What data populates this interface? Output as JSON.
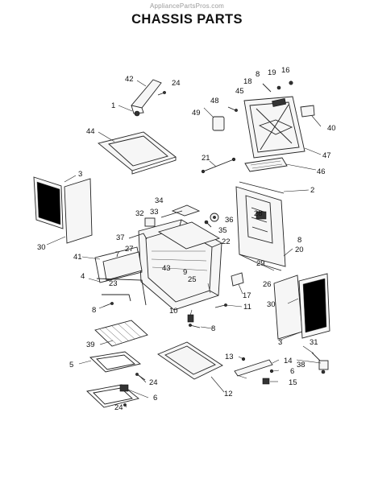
{
  "header": {
    "watermark": "AppliancePartsPros.com",
    "title": "CHASSIS PARTS"
  },
  "callouts": {
    "c1": "1",
    "c2": "2",
    "c3a": "3",
    "c3b": "3",
    "c4": "4",
    "c5": "5",
    "c6a": "6",
    "c6b": "6",
    "c7": "7",
    "c8a": "8",
    "c8b": "8",
    "c8c": "8",
    "c8d": "8",
    "c9": "9",
    "c10": "10",
    "c11": "11",
    "c12": "12",
    "c13": "13",
    "c14": "14",
    "c15": "15",
    "c16": "16",
    "c17": "17",
    "c18": "18",
    "c19": "19",
    "c20": "20",
    "c21": "21",
    "c22": "22",
    "c23": "23",
    "c24a": "24",
    "c24b": "24",
    "c24c": "24",
    "c25": "25",
    "c26": "26",
    "c27": "27",
    "c28": "28",
    "c29": "29",
    "c30a": "30",
    "c30b": "30",
    "c31": "31",
    "c32": "32",
    "c33": "33",
    "c34": "34",
    "c35": "35",
    "c36": "36",
    "c37": "37",
    "c38": "38",
    "c39": "39",
    "c40": "40",
    "c41": "41",
    "c42": "42",
    "c43": "43",
    "c44": "44",
    "c45": "45",
    "c46": "46",
    "c47": "47",
    "c48": "48",
    "c49": "49"
  }
}
